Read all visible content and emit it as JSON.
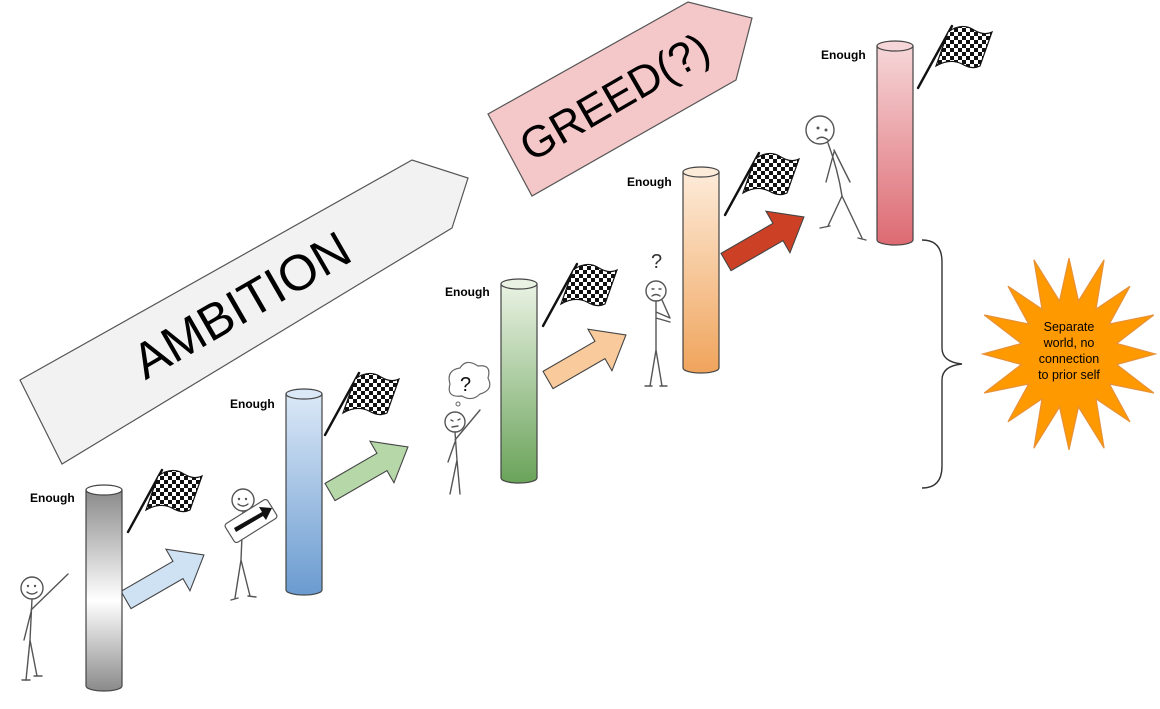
{
  "banners": {
    "ambition": {
      "label": "AMBITION",
      "color": "#f2f2f2"
    },
    "greed": {
      "label": "GREED(?)",
      "color": "#f4c7c9"
    }
  },
  "steps": [
    {
      "label": "Enough",
      "color_light": "#ffffff",
      "color_dark": "#8a8a8a",
      "arrow_color": "#cfe2f3",
      "figure": "pointing-up"
    },
    {
      "label": "Enough",
      "color_light": "#dbe8f7",
      "color_dark": "#6a9bd0",
      "arrow_color": "#b6d7a8",
      "figure": "holding-arrow-sign"
    },
    {
      "label": "Enough",
      "color_light": "#e9f2e3",
      "color_dark": "#6aa35a",
      "arrow_color": "#f9cb9c",
      "figure": "thinking-cloud"
    },
    {
      "label": "Enough",
      "color_light": "#fdebd9",
      "color_dark": "#f0a45c",
      "arrow_color": "#cc4125",
      "figure": "questioning"
    },
    {
      "label": "Enough",
      "color_light": "#f6d6d8",
      "color_dark": "#dd6a72",
      "arrow_color": "",
      "figure": "walking-sad"
    }
  ],
  "thought_marks": {
    "cloud": "?",
    "question": "?"
  },
  "starburst": {
    "lines": [
      "Separate",
      "world, no",
      "connection",
      "to prior self"
    ],
    "color": "#ff9900",
    "border": "#e69138"
  },
  "icons": {
    "flag": "checkered-flag-icon",
    "brace": "right-curly-brace",
    "person": "stick-figure-icon"
  }
}
